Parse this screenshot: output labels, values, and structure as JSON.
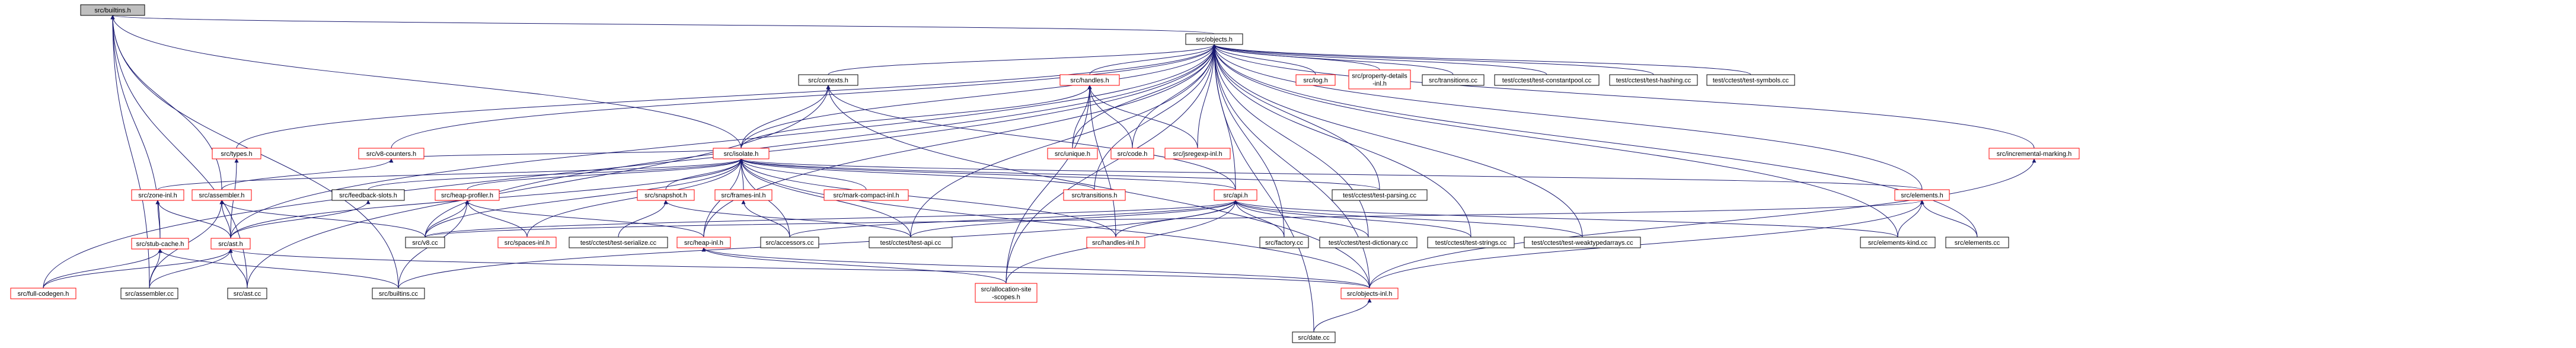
{
  "graph": {
    "nodes": [
      {
        "id": "builtins_h",
        "label": "src/builtins.h",
        "kind": "root"
      },
      {
        "id": "objects_h",
        "label": "src/objects.h",
        "kind": "black"
      },
      {
        "id": "contexts_h",
        "label": "src/contexts.h",
        "kind": "black"
      },
      {
        "id": "handles_h",
        "label": "src/handles.h",
        "kind": "red"
      },
      {
        "id": "log_h",
        "label": "src/log.h",
        "kind": "red"
      },
      {
        "id": "property_details_inl_h",
        "label": "src/property-details\n-inl.h",
        "kind": "red"
      },
      {
        "id": "transitions_cc",
        "label": "src/transitions.cc",
        "kind": "black"
      },
      {
        "id": "test_constantpool",
        "label": "test/cctest/test-constantpool.cc",
        "kind": "black"
      },
      {
        "id": "test_hashing",
        "label": "test/cctest/test-hashing.cc",
        "kind": "black"
      },
      {
        "id": "test_symbols",
        "label": "test/cctest/test-symbols.cc",
        "kind": "black"
      },
      {
        "id": "types_h",
        "label": "src/types.h",
        "kind": "red"
      },
      {
        "id": "v8_counters_h",
        "label": "src/v8-counters.h",
        "kind": "red"
      },
      {
        "id": "isolate_h",
        "label": "src/isolate.h",
        "kind": "red"
      },
      {
        "id": "unique_h",
        "label": "src/unique.h",
        "kind": "red"
      },
      {
        "id": "code_h",
        "label": "src/code.h",
        "kind": "red"
      },
      {
        "id": "jsregexp_inl_h",
        "label": "src/jsregexp-inl.h",
        "kind": "red"
      },
      {
        "id": "incremental_marking_h",
        "label": "src/incremental-marking.h",
        "kind": "red"
      },
      {
        "id": "zone_inl_h",
        "label": "src/zone-inl.h",
        "kind": "red"
      },
      {
        "id": "assembler_h",
        "label": "src/assembler.h",
        "kind": "red"
      },
      {
        "id": "feedback_slots_h",
        "label": "src/feedback-slots.h",
        "kind": "black"
      },
      {
        "id": "heap_profiler_h",
        "label": "src/heap-profiler.h",
        "kind": "red"
      },
      {
        "id": "snapshot_h",
        "label": "src/snapshot.h",
        "kind": "red"
      },
      {
        "id": "frames_inl_h",
        "label": "src/frames-inl.h",
        "kind": "red"
      },
      {
        "id": "mark_compact_inl_h",
        "label": "src/mark-compact-inl.h",
        "kind": "red"
      },
      {
        "id": "transitions_h",
        "label": "src/transitions.h",
        "kind": "red"
      },
      {
        "id": "api_h",
        "label": "src/api.h",
        "kind": "red"
      },
      {
        "id": "test_parsing",
        "label": "test/cctest/test-parsing.cc",
        "kind": "black"
      },
      {
        "id": "elements_h",
        "label": "src/elements.h",
        "kind": "red"
      },
      {
        "id": "stub_cache_h",
        "label": "src/stub-cache.h",
        "kind": "red"
      },
      {
        "id": "ast_h",
        "label": "src/ast.h",
        "kind": "red"
      },
      {
        "id": "v8_cc",
        "label": "src/v8.cc",
        "kind": "black"
      },
      {
        "id": "spaces_inl_h",
        "label": "src/spaces-inl.h",
        "kind": "red"
      },
      {
        "id": "test_serialize",
        "label": "test/cctest/test-serialize.cc",
        "kind": "black"
      },
      {
        "id": "heap_inl_h",
        "label": "src/heap-inl.h",
        "kind": "red"
      },
      {
        "id": "accessors_cc",
        "label": "src/accessors.cc",
        "kind": "black"
      },
      {
        "id": "test_api",
        "label": "test/cctest/test-api.cc",
        "kind": "black"
      },
      {
        "id": "handles_inl_h",
        "label": "src/handles-inl.h",
        "kind": "red"
      },
      {
        "id": "factory_cc",
        "label": "src/factory.cc",
        "kind": "black"
      },
      {
        "id": "test_dictionary",
        "label": "test/cctest/test-dictionary.cc",
        "kind": "black"
      },
      {
        "id": "test_strings",
        "label": "test/cctest/test-strings.cc",
        "kind": "black"
      },
      {
        "id": "test_weakpedarrays",
        "label": "test/cctest/test-weaktypedarrays.cc",
        "kind": "black"
      },
      {
        "id": "elements_kind_cc",
        "label": "src/elements-kind.cc",
        "kind": "black"
      },
      {
        "id": "elements_cc",
        "label": "src/elements.cc",
        "kind": "black"
      },
      {
        "id": "full_codegen_h",
        "label": "src/full-codegen.h",
        "kind": "red"
      },
      {
        "id": "assembler_cc",
        "label": "src/assembler.cc",
        "kind": "black"
      },
      {
        "id": "ast_cc",
        "label": "src/ast.cc",
        "kind": "black"
      },
      {
        "id": "builtins_cc",
        "label": "src/builtins.cc",
        "kind": "black"
      },
      {
        "id": "allocation_site_scopes_h",
        "label": "src/allocation-site\n-scopes.h",
        "kind": "red"
      },
      {
        "id": "objects_inl_h",
        "label": "src/objects-inl.h",
        "kind": "red"
      },
      {
        "id": "date_cc",
        "label": "src/date.cc",
        "kind": "black"
      }
    ],
    "edges": [
      [
        "builtins_h",
        "objects_h"
      ],
      [
        "builtins_h",
        "isolate_h"
      ],
      [
        "builtins_h",
        "assembler_h"
      ],
      [
        "builtins_h",
        "stub_cache_h"
      ],
      [
        "builtins_h",
        "ast_cc"
      ],
      [
        "builtins_h",
        "builtins_cc"
      ],
      [
        "builtins_h",
        "assembler_cc"
      ],
      [
        "objects_h",
        "contexts_h"
      ],
      [
        "objects_h",
        "handles_h"
      ],
      [
        "objects_h",
        "log_h"
      ],
      [
        "objects_h",
        "property_details_inl_h"
      ],
      [
        "objects_h",
        "transitions_cc"
      ],
      [
        "objects_h",
        "test_constantpool"
      ],
      [
        "objects_h",
        "test_hashing"
      ],
      [
        "objects_h",
        "test_symbols"
      ],
      [
        "objects_h",
        "types_h"
      ],
      [
        "objects_h",
        "v8_counters_h"
      ],
      [
        "objects_h",
        "isolate_h"
      ],
      [
        "objects_h",
        "unique_h"
      ],
      [
        "objects_h",
        "code_h"
      ],
      [
        "objects_h",
        "jsregexp_inl_h"
      ],
      [
        "objects_h",
        "incremental_marking_h"
      ],
      [
        "objects_h",
        "elements_h"
      ],
      [
        "objects_h",
        "transitions_h"
      ],
      [
        "objects_h",
        "test_parsing"
      ],
      [
        "objects_h",
        "api_h"
      ],
      [
        "objects_h",
        "full_codegen_h"
      ],
      [
        "objects_h",
        "ast_h"
      ],
      [
        "objects_h",
        "v8_cc"
      ],
      [
        "objects_h",
        "test_api"
      ],
      [
        "objects_h",
        "factory_cc"
      ],
      [
        "objects_h",
        "test_dictionary"
      ],
      [
        "objects_h",
        "test_strings"
      ],
      [
        "objects_h",
        "test_weakpedarrays"
      ],
      [
        "objects_h",
        "elements_kind_cc"
      ],
      [
        "objects_h",
        "elements_cc"
      ],
      [
        "objects_h",
        "objects_inl_h"
      ],
      [
        "objects_h",
        "allocation_site_scopes_h"
      ],
      [
        "objects_h",
        "date_cc"
      ],
      [
        "objects_h",
        "heap_inl_h"
      ],
      [
        "contexts_h",
        "isolate_h"
      ],
      [
        "contexts_h",
        "api_h"
      ],
      [
        "contexts_h",
        "objects_inl_h"
      ],
      [
        "contexts_h",
        "ast_cc"
      ],
      [
        "handles_h",
        "isolate_h"
      ],
      [
        "handles_h",
        "unique_h"
      ],
      [
        "handles_h",
        "code_h"
      ],
      [
        "handles_h",
        "jsregexp_inl_h"
      ],
      [
        "handles_h",
        "handles_inl_h"
      ],
      [
        "handles_h",
        "allocation_site_scopes_h"
      ],
      [
        "types_h",
        "ast_h"
      ],
      [
        "v8_counters_h",
        "isolate_h"
      ],
      [
        "v8_counters_h",
        "assembler_h"
      ],
      [
        "isolate_h",
        "zone_inl_h"
      ],
      [
        "isolate_h",
        "feedback_slots_h"
      ],
      [
        "isolate_h",
        "heap_profiler_h"
      ],
      [
        "isolate_h",
        "snapshot_h"
      ],
      [
        "isolate_h",
        "frames_inl_h"
      ],
      [
        "isolate_h",
        "mark_compact_inl_h"
      ],
      [
        "isolate_h",
        "transitions_h"
      ],
      [
        "isolate_h",
        "api_h"
      ],
      [
        "isolate_h",
        "test_parsing"
      ],
      [
        "isolate_h",
        "elements_h"
      ],
      [
        "isolate_h",
        "ast_h"
      ],
      [
        "isolate_h",
        "v8_cc"
      ],
      [
        "isolate_h",
        "spaces_inl_h"
      ],
      [
        "isolate_h",
        "heap_inl_h"
      ],
      [
        "isolate_h",
        "accessors_cc"
      ],
      [
        "isolate_h",
        "test_api"
      ],
      [
        "isolate_h",
        "handles_inl_h"
      ],
      [
        "isolate_h",
        "objects_inl_h"
      ],
      [
        "incremental_marking_h",
        "objects_inl_h"
      ],
      [
        "zone_inl_h",
        "stub_cache_h"
      ],
      [
        "zone_inl_h",
        "ast_h"
      ],
      [
        "assembler_h",
        "ast_h"
      ],
      [
        "assembler_h",
        "assembler_cc"
      ],
      [
        "assembler_h",
        "v8_cc"
      ],
      [
        "feedback_slots_h",
        "ast_h"
      ],
      [
        "heap_profiler_h",
        "v8_cc"
      ],
      [
        "heap_profiler_h",
        "spaces_inl_h"
      ],
      [
        "heap_profiler_h",
        "heap_inl_h"
      ],
      [
        "heap_profiler_h",
        "builtins_cc"
      ],
      [
        "snapshot_h",
        "test_serialize"
      ],
      [
        "snapshot_h",
        "test_api"
      ],
      [
        "frames_inl_h",
        "accessors_cc"
      ],
      [
        "api_h",
        "v8_cc"
      ],
      [
        "api_h",
        "handles_inl_h"
      ],
      [
        "api_h",
        "test_api"
      ],
      [
        "api_h",
        "factory_cc"
      ],
      [
        "api_h",
        "test_dictionary"
      ],
      [
        "api_h",
        "test_strings"
      ],
      [
        "api_h",
        "test_weakpedarrays"
      ],
      [
        "api_h",
        "elements_kind_cc"
      ],
      [
        "api_h",
        "builtins_cc"
      ],
      [
        "api_h",
        "accessors_cc"
      ],
      [
        "api_h",
        "allocation_site_scopes_h"
      ],
      [
        "elements_h",
        "elements_kind_cc"
      ],
      [
        "elements_h",
        "elements_cc"
      ],
      [
        "elements_h",
        "objects_inl_h"
      ],
      [
        "elements_h",
        "v8_cc"
      ],
      [
        "stub_cache_h",
        "full_codegen_h"
      ],
      [
        "stub_cache_h",
        "assembler_cc"
      ],
      [
        "stub_cache_h",
        "builtins_cc"
      ],
      [
        "ast_h",
        "ast_cc"
      ],
      [
        "ast_h",
        "assembler_cc"
      ],
      [
        "ast_h",
        "full_codegen_h"
      ],
      [
        "ast_h",
        "objects_inl_h"
      ],
      [
        "heap_inl_h",
        "allocation_site_scopes_h"
      ],
      [
        "heap_inl_h",
        "objects_inl_h"
      ],
      [
        "objects_inl_h",
        "date_cc"
      ]
    ]
  }
}
